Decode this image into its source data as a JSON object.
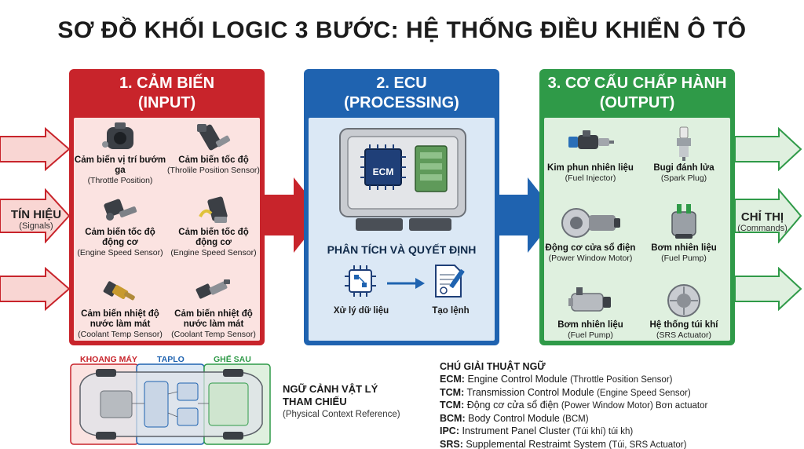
{
  "title": "SƠ ĐỒ KHỐI LOGIC 3 BƯỚC: HỆ THỐNG ĐIỀU KHIỂN Ô TÔ",
  "signals": {
    "label": "TÍN HIỆU",
    "sub": "(Signals)"
  },
  "commands": {
    "label": "CHỈ THỊ",
    "sub": "(Commands)"
  },
  "input": {
    "title_line1": "1. CẢM BIẾN",
    "title_line2": "(INPUT)",
    "items": [
      {
        "name": "Cảm biến vị trí bướm ga",
        "sub": "(Throttle Position)",
        "icon": "throttle-sensor-icon"
      },
      {
        "name": "Cảm biến tốc độ",
        "sub": "(Throlile Position Sensor)",
        "icon": "speed-sensor-icon"
      },
      {
        "name": "Cảm biến tốc độ động cơ",
        "sub": "(Engine Speed Sensor)",
        "icon": "engine-speed-sensor-icon"
      },
      {
        "name": "Cảm biến tốc độ động cơ",
        "sub": "(Engine Speed Sensor)",
        "icon": "engine-speed-sensor-icon"
      },
      {
        "name": "Cảm biến nhiệt độ nước làm mát",
        "sub": "(Coolant Temp Sensor)",
        "icon": "coolant-temp-sensor-icon"
      },
      {
        "name": "Cảm biến nhiệt độ nước làm mát",
        "sub": "(Coolant Temp Sensor)",
        "icon": "coolant-temp-sensor-icon"
      }
    ]
  },
  "ecu": {
    "title_line1": "2. ECU",
    "title_line2": "(PROCESSING)",
    "chip_label": "ECM",
    "caption": "PHÂN TÍCH VÀ QUYẾT ĐỊNH",
    "step1": "Xử lý dữ liệu",
    "step2": "Tạo lệnh"
  },
  "output": {
    "title_line1": "3. CƠ CẤU CHẤP HÀNH",
    "title_line2": "(OUTPUT)",
    "items": [
      {
        "name": "Kim phun nhiên liệu",
        "sub": "(Fuel Injector)",
        "icon": "fuel-injector-icon"
      },
      {
        "name": "Bugi đánh lửa",
        "sub": "(Spark Plug)",
        "icon": "spark-plug-icon"
      },
      {
        "name": "Động cơ cửa sổ điện",
        "sub": "(Power Window Motor)",
        "icon": "window-motor-icon"
      },
      {
        "name": "Bơm nhiên liệu",
        "sub": "(Fuel Pump)",
        "icon": "fuel-pump-icon"
      },
      {
        "name": "Bơm nhiên liệu",
        "sub": "(Fuel Pump)",
        "icon": "fuel-pump-icon"
      },
      {
        "name": "Hệ thống túi khí",
        "sub": "(SRS Actuator)",
        "icon": "airbag-icon"
      }
    ]
  },
  "car": {
    "zone1": "KHOANG MÁY",
    "zone2": "TAPLO",
    "zone3": "GHẾ SAU",
    "zone1_color": "#c8242b",
    "zone2_color": "#1f63b0",
    "zone3_color": "#2f9a48",
    "ctx_title_line1": "NGỮ CẢNH VẬT LÝ",
    "ctx_title_line2": "THAM CHIẾU",
    "ctx_sub": "(Physical Context Reference)"
  },
  "glossary": {
    "title": "CHÚ GIẢI THUẬT NGỮ",
    "lines": [
      {
        "abbr": "ECM:",
        "full": "Engine Control Module",
        "note": "(Throttle Position Sensor)"
      },
      {
        "abbr": "TCM:",
        "full": "Transmission Control Module",
        "note": "(Engine Speed Sensor)"
      },
      {
        "abbr": "TCM:",
        "full": "Động cơ cửa sổ điện",
        "note": "(Power Window Motor) Bơn actuator"
      },
      {
        "abbr": "BCM:",
        "full": "Body Control Module",
        "note": "(BCM)"
      },
      {
        "abbr": "IPC:",
        "full": "Instrument Panel  Cluster",
        "note": "(Túi khí) túi kh)"
      },
      {
        "abbr": "SRS:",
        "full": "Supplemental Restraimt System",
        "note": "(Túi, SRS Actuator)"
      }
    ]
  },
  "colors": {
    "input_red": "#c8242b",
    "ecu_blue": "#1f63b0",
    "output_green": "#2f9a48"
  }
}
